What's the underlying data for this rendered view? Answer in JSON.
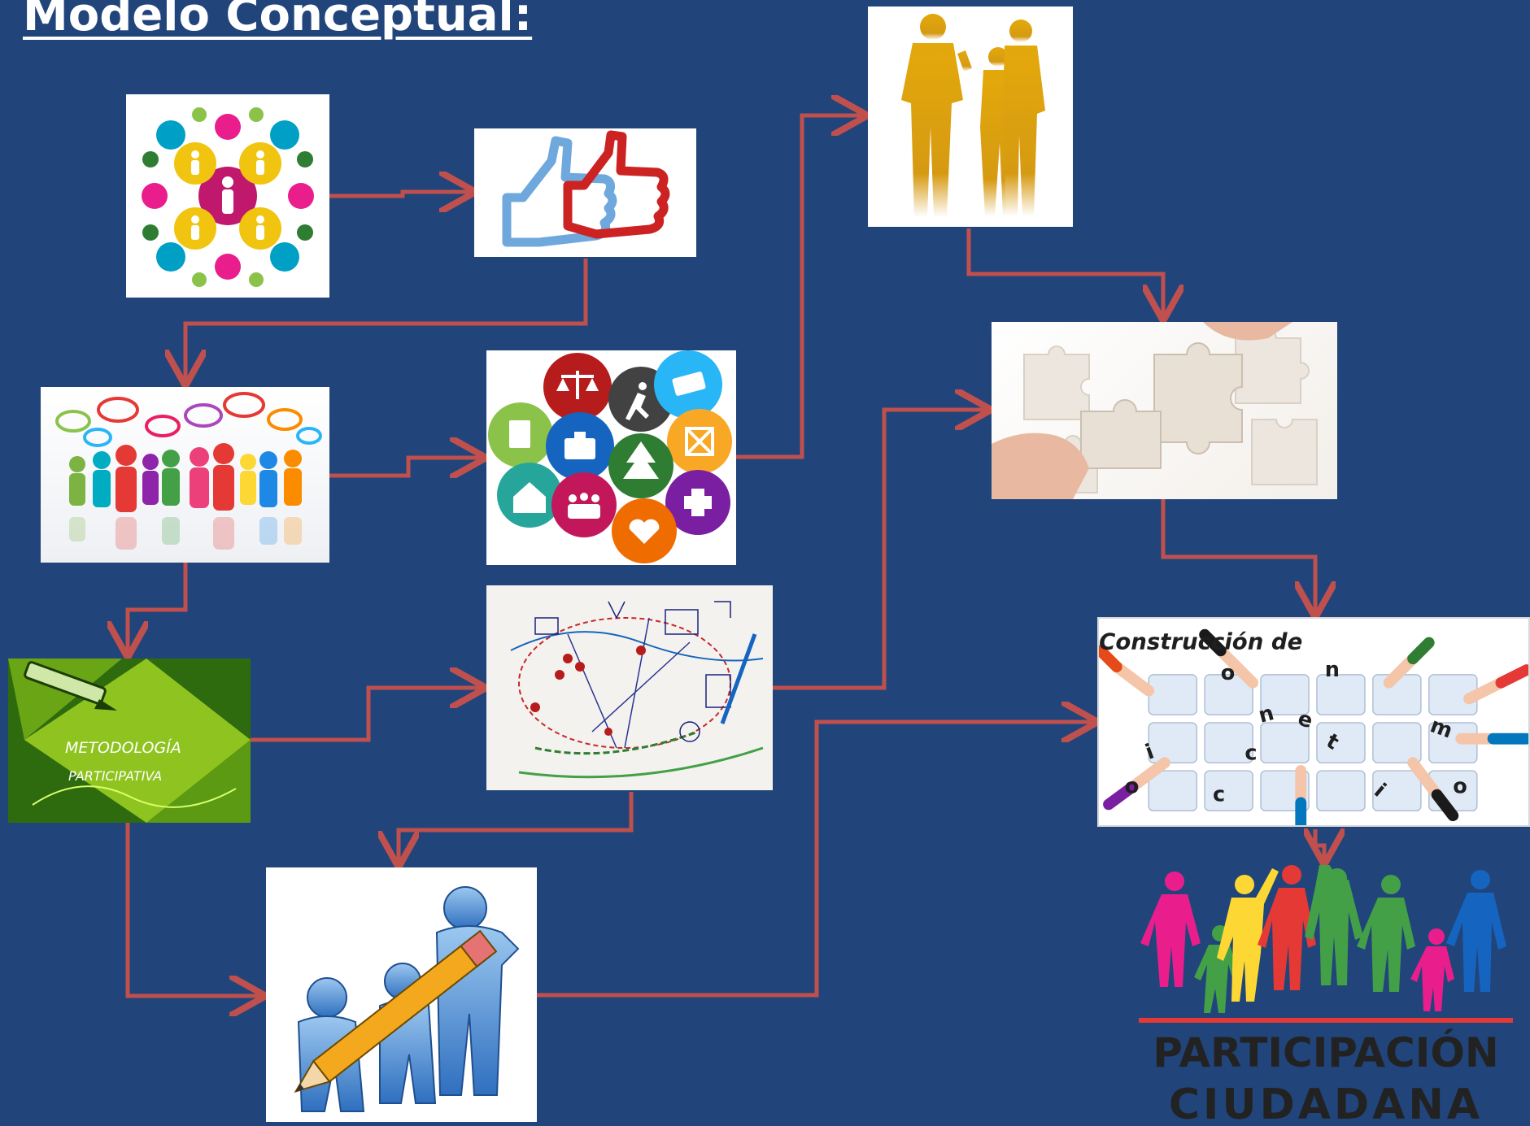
{
  "title": "Modelo Conceptual:",
  "metodologia": {
    "line1": "METODOLOGÍA",
    "line2": "PARTICIPATIVA"
  },
  "construccion": {
    "heading": "Construcción de",
    "letters": [
      "c",
      "o",
      "n",
      "o",
      "c",
      "i",
      "m",
      "i",
      "e",
      "n",
      "t",
      "o"
    ]
  },
  "participacion": {
    "line1": "PARTICIPACIÓN",
    "line2": "CIUDADANA"
  },
  "colors": {
    "background": "#21457a",
    "arrow": "#c0504d",
    "metodologia_bg": "#2e6b0e",
    "metodologia_accent": "#8fc31f"
  },
  "icons": [
    "community-network-icon",
    "thumbs-up-icon",
    "people-dialogue-icon",
    "social-services-icon",
    "people-silhouettes-icon",
    "puzzle-hands-icon",
    "hand-drawn-map-icon",
    "metodologia-participativa-card",
    "team-pencil-icon",
    "construccion-conocimiento-icon",
    "participacion-ciudadana-logo"
  ]
}
